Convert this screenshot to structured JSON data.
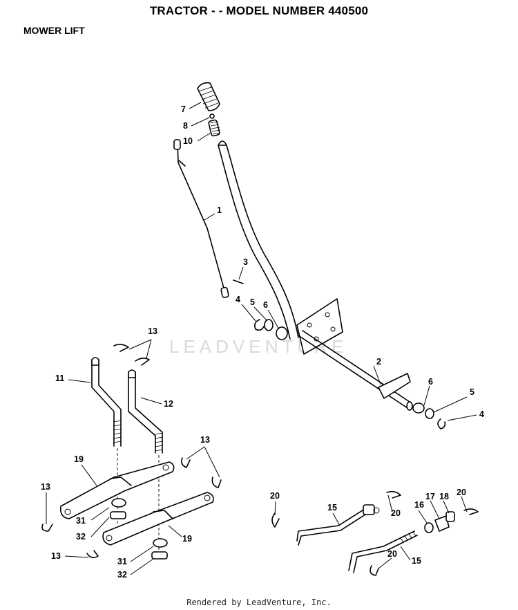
{
  "header": {
    "title": "TRACTOR - - MODEL NUMBER 440500",
    "section": "MOWER LIFT"
  },
  "watermark": "LEADVENTURE",
  "footer": "Rendered by LeadVenture, Inc.",
  "callouts": [
    {
      "id": "c1",
      "label": "1"
    },
    {
      "id": "c2",
      "label": "2"
    },
    {
      "id": "c3",
      "label": "3"
    },
    {
      "id": "c4a",
      "label": "4"
    },
    {
      "id": "c5a",
      "label": "5"
    },
    {
      "id": "c6a",
      "label": "6"
    },
    {
      "id": "c4b",
      "label": "4"
    },
    {
      "id": "c5b",
      "label": "5"
    },
    {
      "id": "c6b",
      "label": "6"
    },
    {
      "id": "c7",
      "label": "7"
    },
    {
      "id": "c8",
      "label": "8"
    },
    {
      "id": "c10",
      "label": "10"
    },
    {
      "id": "c11",
      "label": "11"
    },
    {
      "id": "c12",
      "label": "12"
    },
    {
      "id": "c13a",
      "label": "13"
    },
    {
      "id": "c13b",
      "label": "13"
    },
    {
      "id": "c13c",
      "label": "13"
    },
    {
      "id": "c13d",
      "label": "13"
    },
    {
      "id": "c19a",
      "label": "19"
    },
    {
      "id": "c19b",
      "label": "19"
    },
    {
      "id": "c31a",
      "label": "31"
    },
    {
      "id": "c32a",
      "label": "32"
    },
    {
      "id": "c31b",
      "label": "31"
    },
    {
      "id": "c32b",
      "label": "32"
    },
    {
      "id": "c15a",
      "label": "15"
    },
    {
      "id": "c15b",
      "label": "15"
    },
    {
      "id": "c16",
      "label": "16"
    },
    {
      "id": "c17",
      "label": "17"
    },
    {
      "id": "c18",
      "label": "18"
    },
    {
      "id": "c20a",
      "label": "20"
    },
    {
      "id": "c20b",
      "label": "20"
    },
    {
      "id": "c20c",
      "label": "20"
    },
    {
      "id": "c20d",
      "label": "20"
    }
  ]
}
